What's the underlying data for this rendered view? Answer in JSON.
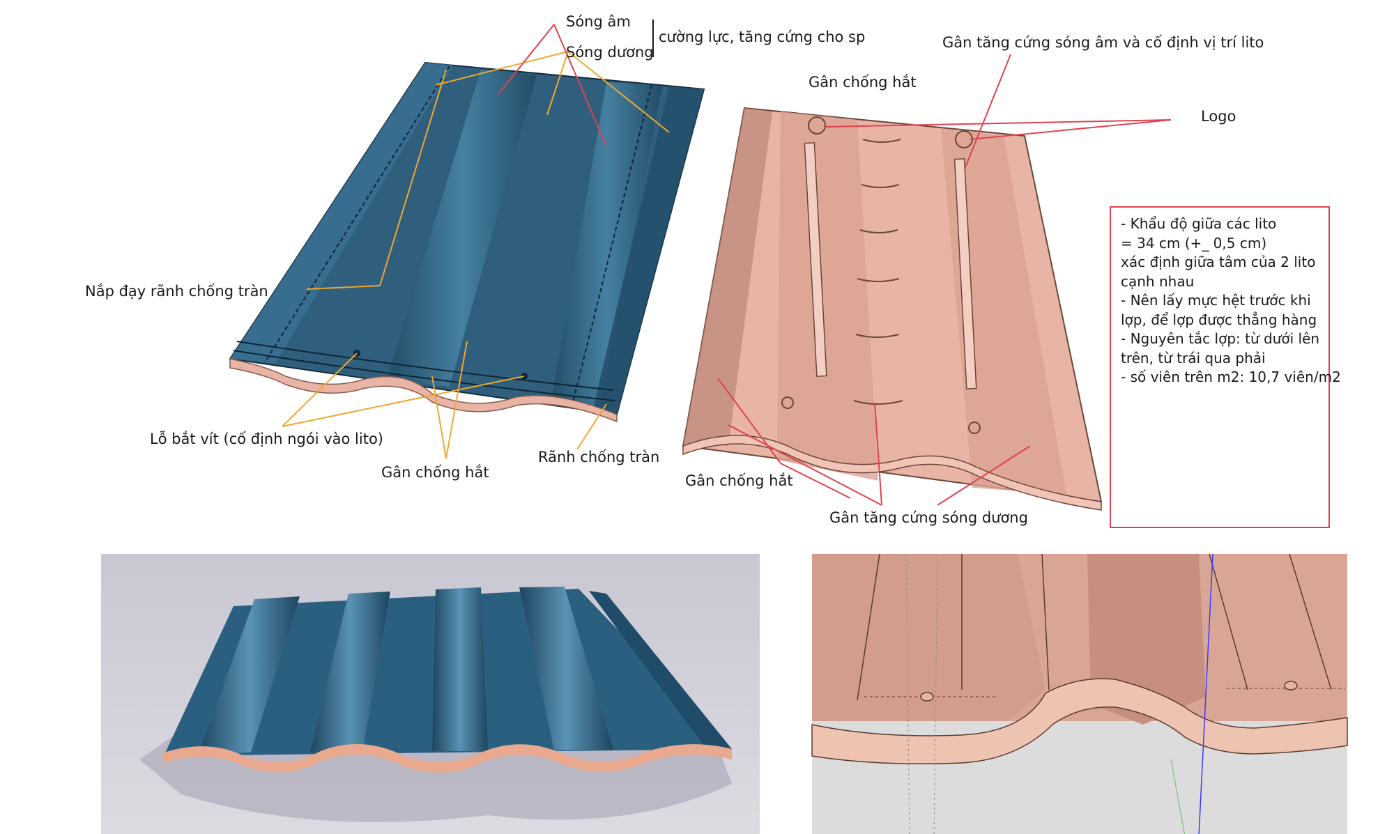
{
  "labels": {
    "song_am": "Sóng âm",
    "song_duong": "Sóng dương",
    "cuong_luc": "cường lực, tăng cứng cho sp",
    "gan_tang_cung_song_am": "Gân tăng cứng sóng âm và cố định vị trí lito",
    "gan_chong_hat_top": "Gân chống hắt",
    "logo": "Logo",
    "nap_day": "Nắp đạy  rãnh chống tràn",
    "lo_bat_vit": "Lỗ bắt vít (cố định ngói vào lito)",
    "gan_chong_hat_left": "Gân chống hắt",
    "ranh_chong_tran": "Rãnh chống tràn",
    "gan_chong_hat_right": "Gân chống hắt",
    "gan_tang_cung_song_duong": "Gân tăng cứng sóng dương"
  },
  "note_lines": [
    "- Khẩu độ giữa các lito",
    " = 34 cm (+_ 0,5 cm)",
    "xác định giữa tâm của 2 lito",
    "cạnh nhau",
    "- Nên lấy mực hệt trước khi",
    "lợp, để lợp được thẳng hàng",
    "- Nguyên tắc lợp: từ dưới lên",
    "trên, từ trái qua phải",
    "- số viên trên m2:  10,7 viên/m2"
  ],
  "colors": {
    "tile_blue": "#2f5f7c",
    "tile_terracotta": "#e8b4a6",
    "leader_red": "#e0424f",
    "leader_orange": "#f0a830"
  }
}
